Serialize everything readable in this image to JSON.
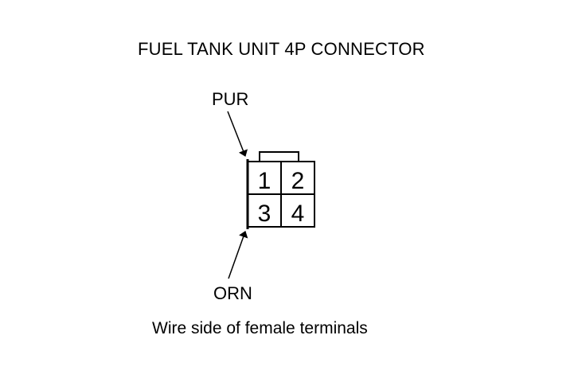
{
  "title": "FUEL TANK UNIT 4P CONNECTOR",
  "wires": {
    "top": "PUR",
    "bottom": "ORN"
  },
  "connector": {
    "terminals": [
      "1",
      "2",
      "3",
      "4"
    ]
  },
  "caption": "Wire side of female terminals"
}
